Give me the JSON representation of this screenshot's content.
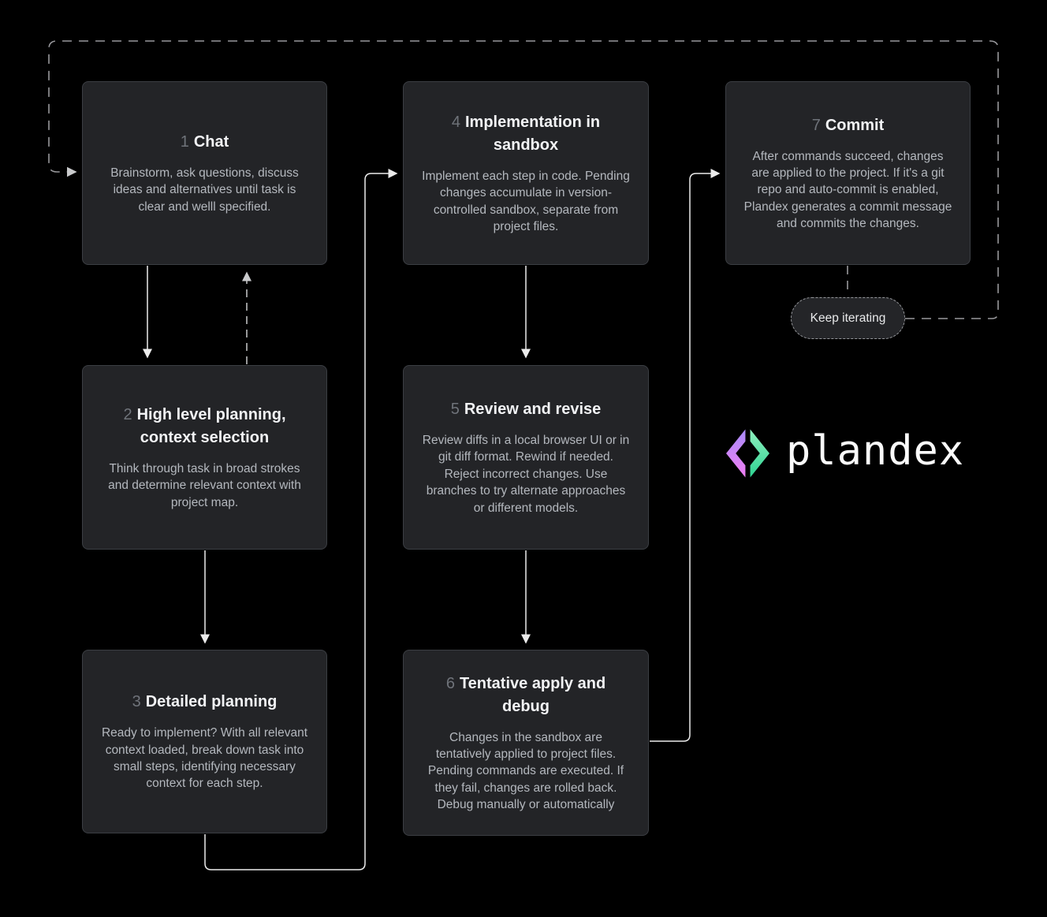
{
  "steps": [
    {
      "number": "1",
      "title": "Chat",
      "body": "Brainstorm, ask questions, discuss ideas and alternatives until task is clear and welll specified."
    },
    {
      "number": "2",
      "title": "High level planning, context selection",
      "body": "Think through task in broad strokes and determine relevant context with project map."
    },
    {
      "number": "3",
      "title": "Detailed planning",
      "body": "Ready to implement? With all relevant context loaded, break down task into small steps, identifying necessary context for each step."
    },
    {
      "number": "4",
      "title": "Implementation in sandbox",
      "body": "Implement each step in code. Pending changes accumulate in version-controlled sandbox, separate from project files."
    },
    {
      "number": "5",
      "title": "Review and revise",
      "body": "Review diffs in a local browser UI or in git diff format. Rewind if needed. Reject incorrect changes. Use branches to try alternate approaches or different models."
    },
    {
      "number": "6",
      "title": "Tentative apply and debug",
      "body": "Changes in the sandbox are tentatively applied to project files. Pending commands are executed. If they fail, changes are rolled back. Debug manually or automatically"
    },
    {
      "number": "7",
      "title": "Commit",
      "body": "After commands succeed, changes are applied to the project. If it's a git repo and auto-commit is enabled, Plandex generates a commit message and commits the changes."
    }
  ],
  "loop": {
    "label": "Keep iterating"
  },
  "logo": {
    "text": "plandex"
  },
  "colors": {
    "background": "#000000",
    "box_fill": "#232427",
    "box_border": "#3b3e43",
    "solid_line": "#ececec",
    "dashed_line": "#98989c",
    "logo_left_gradient_top": "#a98cfa",
    "logo_left_gradient_bottom": "#f07ef2",
    "logo_right_gradient_top": "#90efbf",
    "logo_right_gradient_bottom": "#2ed492"
  }
}
